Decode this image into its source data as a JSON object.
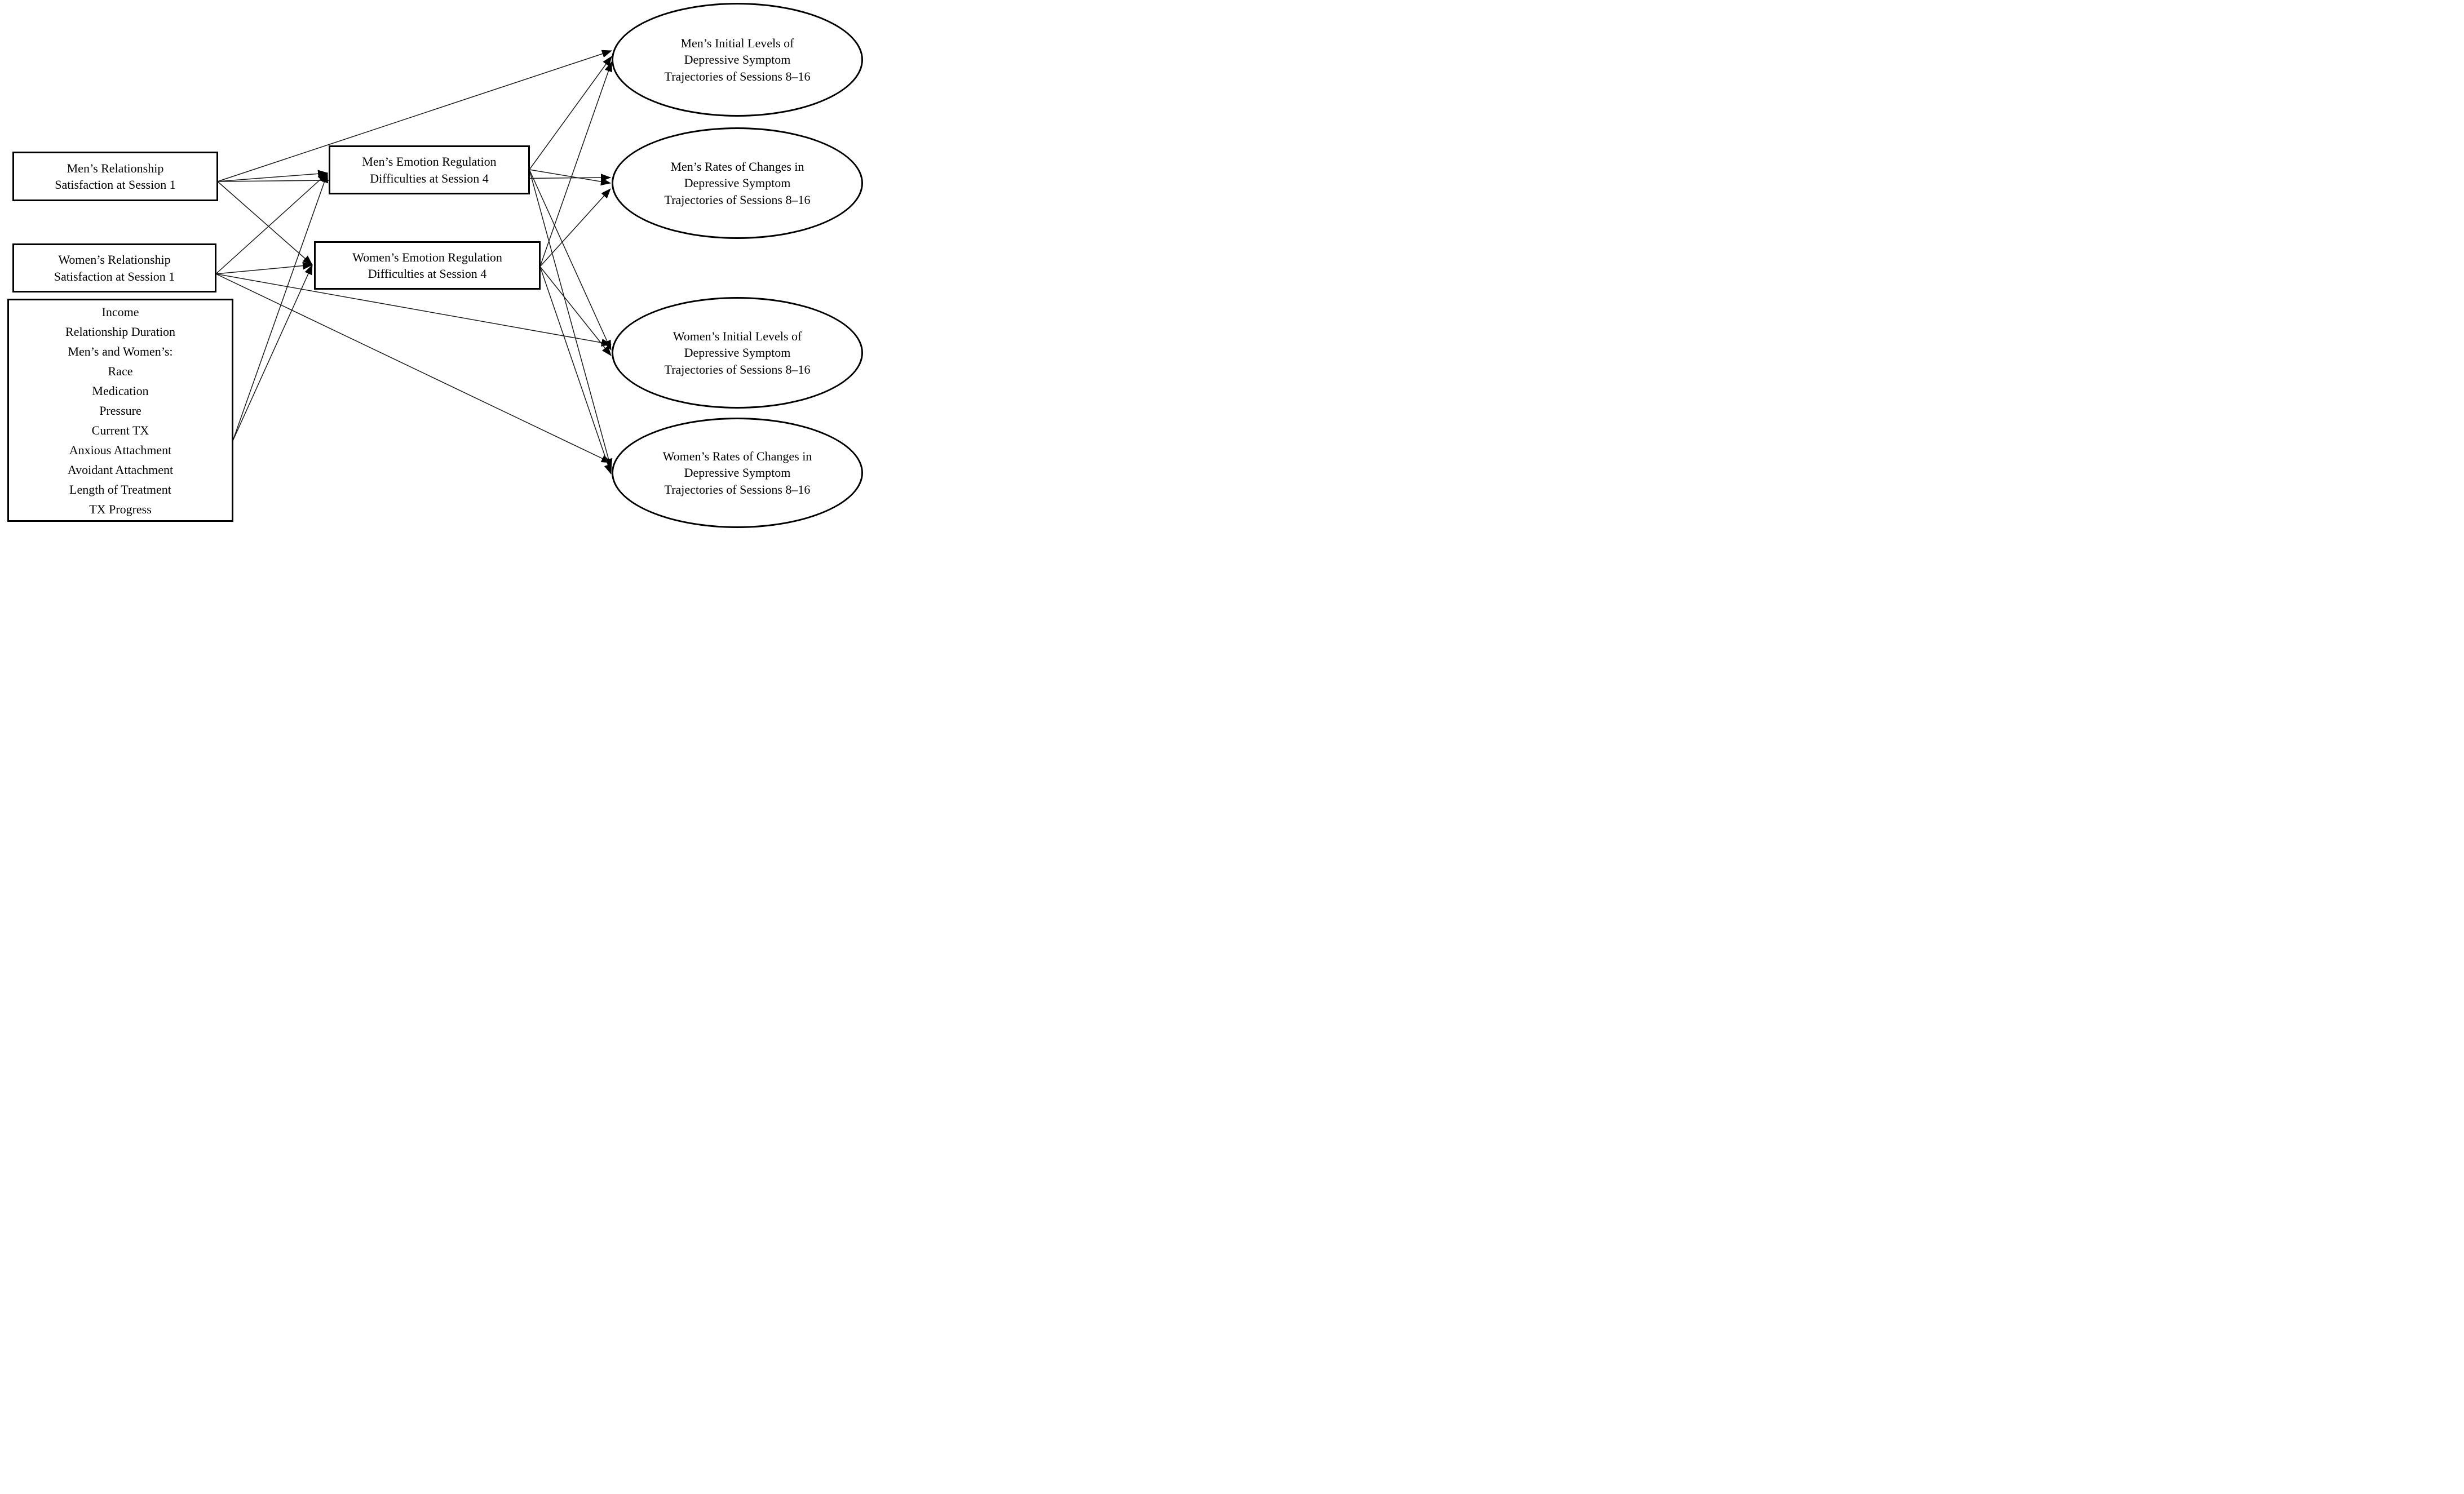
{
  "colors": {
    "ink": "#000000",
    "background": "#ffffff"
  },
  "nodes": {
    "mens_rs": {
      "label": "Men’s Relationship\nSatisfaction at Session 1",
      "shape": "rectangle",
      "role": "predictor"
    },
    "womens_rs": {
      "label": "Women’s Relationship\nSatisfaction at Session 1",
      "shape": "rectangle",
      "role": "predictor"
    },
    "covariates": {
      "label": "Income\nRelationship Duration\nMen’s and Women’s:\nRace\nMedication\nPressure\nCurrent TX\nAnxious Attachment\nAvoidant Attachment\nLength of Treatment\nTX Progress",
      "shape": "rectangle",
      "role": "covariates"
    },
    "mens_er": {
      "label": "Men’s Emotion Regulation\nDifficulties at Session 4",
      "shape": "rectangle",
      "role": "mediator"
    },
    "womens_er": {
      "label": "Women’s Emotion Regulation\nDifficulties at Session 4",
      "shape": "rectangle",
      "role": "mediator"
    },
    "mens_initial": {
      "label": "Men’s Initial Levels of\nDepressive Symptom\nTrajectories of Sessions 8–16",
      "shape": "ellipse",
      "role": "outcome"
    },
    "mens_rates": {
      "label": "Men’s Rates of Changes in\nDepressive Symptom\nTrajectories of Sessions 8–16",
      "shape": "ellipse",
      "role": "outcome"
    },
    "womens_initial": {
      "label": "Women’s Initial Levels of\nDepressive Symptom\nTrajectories of Sessions 8–16",
      "shape": "ellipse",
      "role": "outcome"
    },
    "womens_rates": {
      "label": "Women’s Rates of Changes in\nDepressive Symptom\nTrajectories of Sessions 8–16",
      "shape": "ellipse",
      "role": "outcome"
    }
  },
  "edges": [
    {
      "from": "mens_rs",
      "to": "mens_er"
    },
    {
      "from": "mens_rs",
      "to": "womens_er"
    },
    {
      "from": "mens_rs",
      "to": "mens_initial"
    },
    {
      "from": "mens_rs",
      "to": "mens_rates"
    },
    {
      "from": "womens_rs",
      "to": "mens_er"
    },
    {
      "from": "womens_rs",
      "to": "womens_er"
    },
    {
      "from": "womens_rs",
      "to": "womens_initial"
    },
    {
      "from": "womens_rs",
      "to": "womens_rates"
    },
    {
      "from": "covariates",
      "to": "mens_er"
    },
    {
      "from": "covariates",
      "to": "womens_er"
    },
    {
      "from": "mens_er",
      "to": "mens_initial"
    },
    {
      "from": "mens_er",
      "to": "mens_rates"
    },
    {
      "from": "mens_er",
      "to": "womens_initial"
    },
    {
      "from": "mens_er",
      "to": "womens_rates"
    },
    {
      "from": "womens_er",
      "to": "mens_initial"
    },
    {
      "from": "womens_er",
      "to": "mens_rates"
    },
    {
      "from": "womens_er",
      "to": "womens_initial"
    },
    {
      "from": "womens_er",
      "to": "womens_rates"
    }
  ]
}
